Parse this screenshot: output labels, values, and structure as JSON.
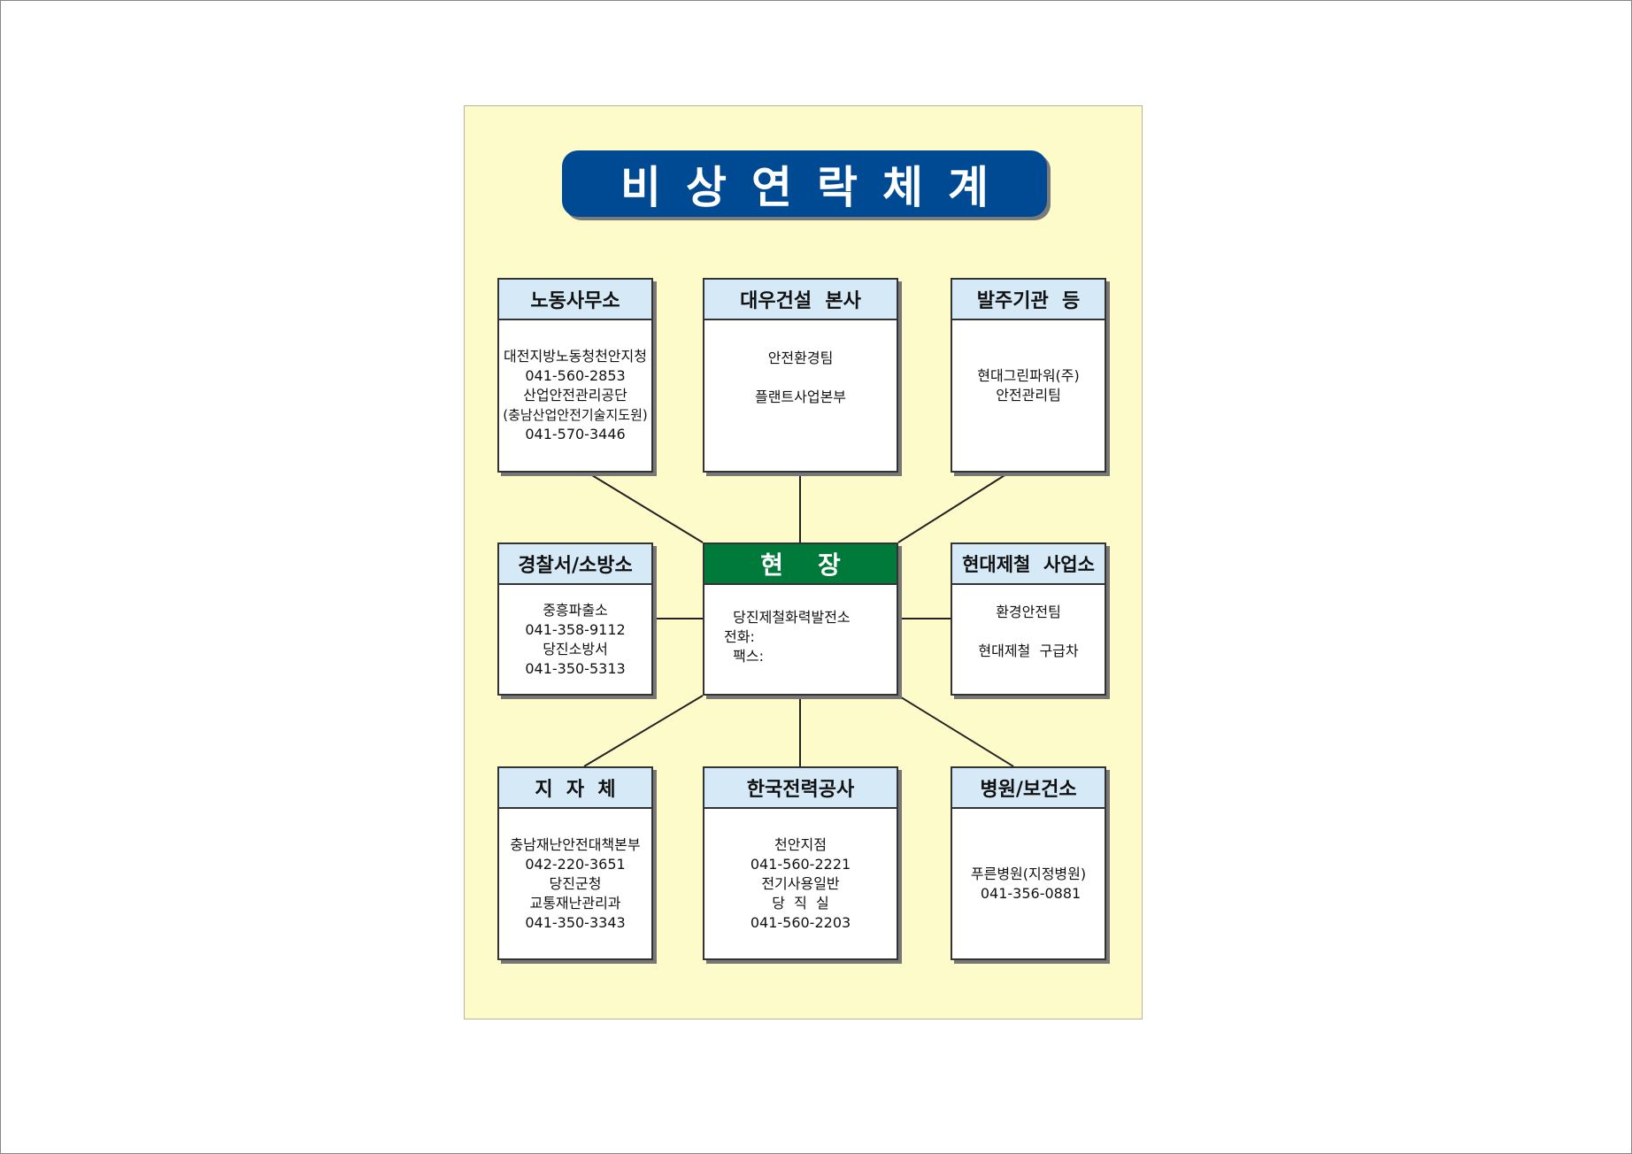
{
  "title": "비상연락체계",
  "center": {
    "header": "현    장",
    "lines": [
      "  당진제철화력발전소",
      "전화:",
      "  팩스:"
    ]
  },
  "boxes": [
    {
      "header": "노동사무소",
      "lines": [
        "대전지방노동청천안지청",
        "041-560-2853",
        "산업안전관리공단",
        "(충남산업안전기술지도원)",
        "041-570-3446"
      ]
    },
    {
      "header": "대우건설  본사",
      "lines": [
        "안전환경팀",
        "",
        "플랜트사업본부"
      ]
    },
    {
      "header": "발주기관  등",
      "lines": [
        "현대그린파워(주)",
        "안전관리팀"
      ]
    },
    {
      "header": "경찰서/소방소",
      "lines": [
        "중흥파출소",
        "041-358-9112",
        "당진소방서",
        "041-350-5313"
      ]
    },
    {
      "header": "현대제철  사업소",
      "lines": [
        "환경안전팀",
        "",
        "현대제철  구급차"
      ]
    },
    {
      "header": "지  자  체",
      "lines": [
        "충남재난안전대책본부",
        "042-220-3651",
        "당진군청",
        "교통재난관리과",
        "041-350-3343"
      ]
    },
    {
      "header": "한국전력공사",
      "lines": [
        "천안지점",
        "041-560-2221",
        "전기사용일반",
        "당  직  실",
        "041-560-2203"
      ]
    },
    {
      "header": "병원/보건소",
      "lines": [
        "푸른병원(지정병원)",
        " 041-356-0881"
      ]
    }
  ],
  "colors": {
    "panel": "#fefbcb",
    "title_bg": "#004a94",
    "header_bg": "#d5e9f7",
    "center_header": "#007a3a"
  }
}
